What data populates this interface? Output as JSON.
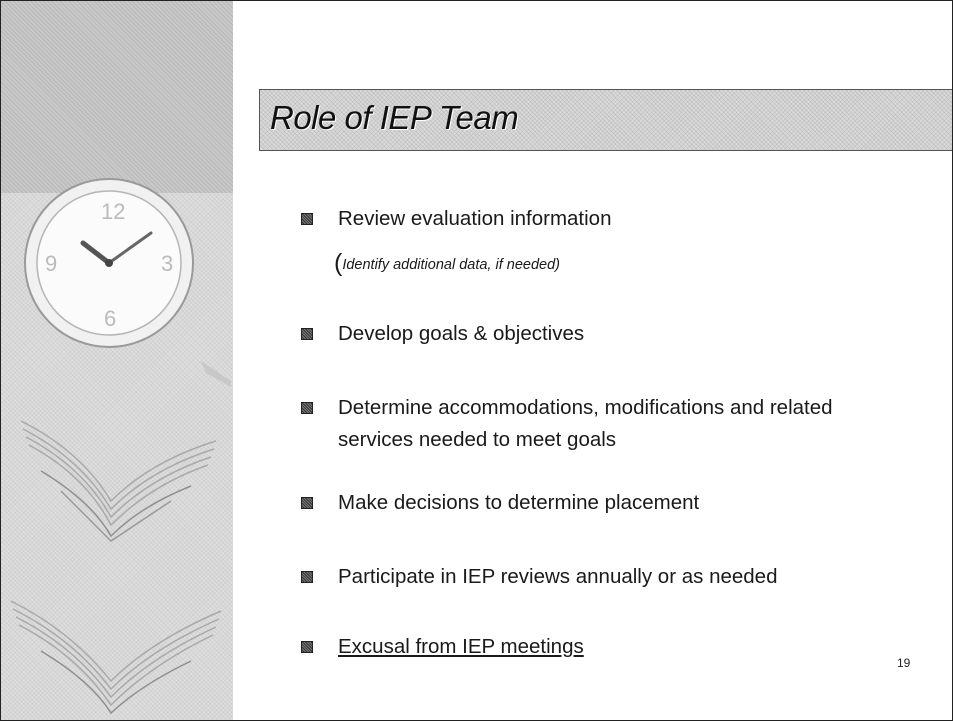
{
  "slide": {
    "title": "Role of IEP Team",
    "bullets": [
      {
        "text": "Review evaluation information",
        "note_open": "(",
        "note": "Identify additional data, if needed)"
      },
      {
        "text": "Develop goals & objectives"
      },
      {
        "text_line1": "Determine accommodations, modifications and related",
        "text_line2": "services needed to meet goals"
      },
      {
        "text": "Make decisions to determine placement"
      },
      {
        "text": "Participate in IEP reviews annually or as needed"
      },
      {
        "text": "Excusal from IEP meetings"
      }
    ],
    "page_number": "19"
  },
  "decorations": {
    "side_images": [
      "clock-image",
      "open-book-image",
      "open-book-image"
    ]
  }
}
